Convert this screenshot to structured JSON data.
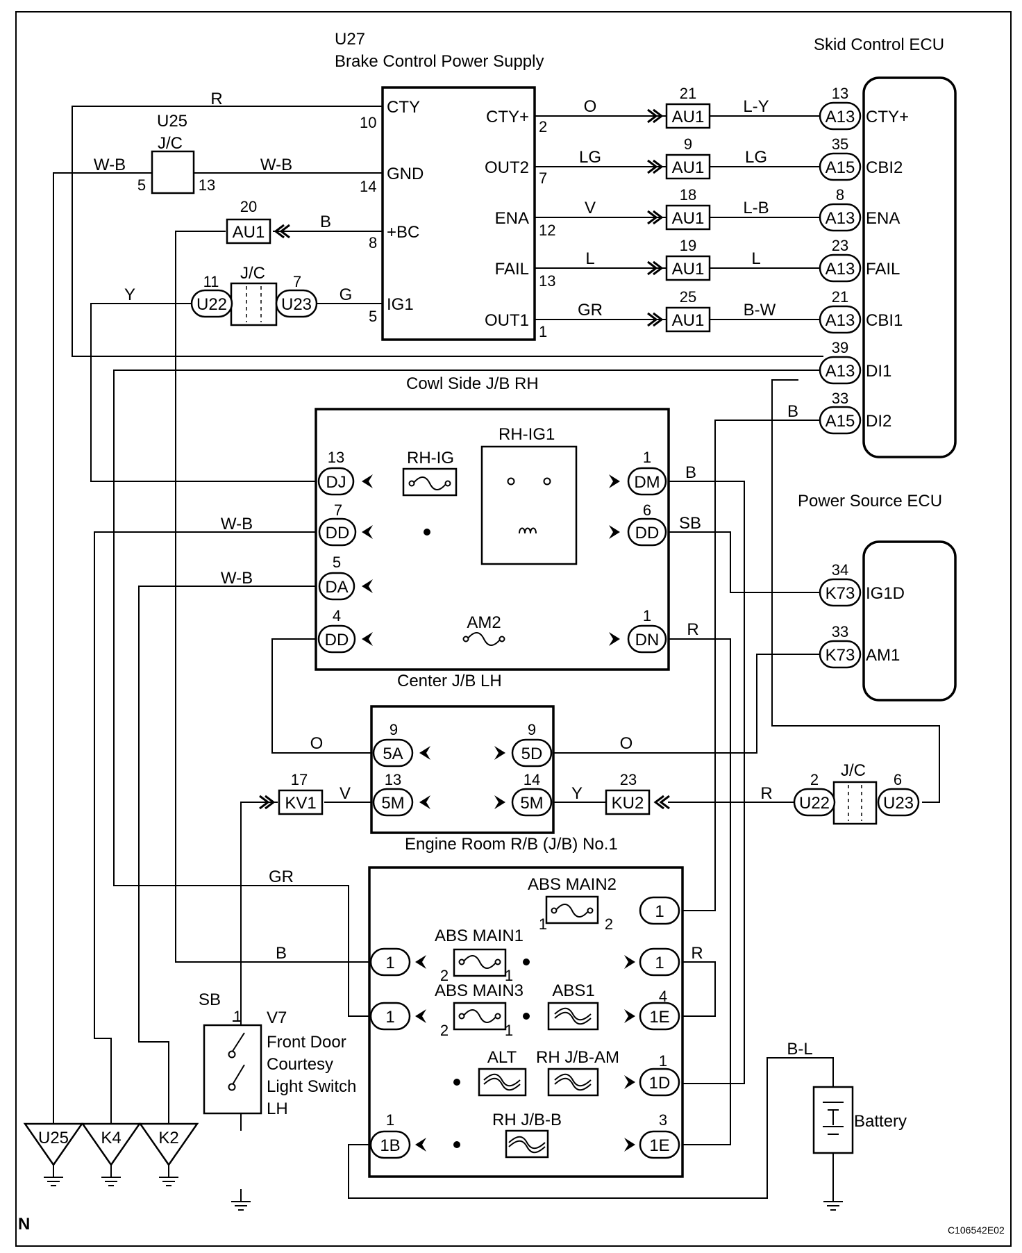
{
  "components": {
    "u27_id": "U27",
    "u27_name": "Brake Control Power Supply",
    "skid_ecu": "Skid Control ECU",
    "power_ecu": "Power Source ECU",
    "cowl_jb": "Cowl Side J/B RH",
    "center_jb": "Center J/B LH",
    "engine_rb": "Engine Room R/B (J/B) No.1",
    "u25_id": "U25",
    "jc": "J/C",
    "relay": "RH-IG1",
    "v7_id": "V7",
    "v7_name": [
      "Front Door",
      "Courtesy",
      "Light Switch",
      "LH"
    ],
    "battery": "Battery",
    "n_mark": "N",
    "figure_code": "C106542E02"
  },
  "u27_left_pins": [
    {
      "label": "CTY",
      "num": "10"
    },
    {
      "label": "GND",
      "num": "14"
    },
    {
      "label": "+BC",
      "num": "8"
    },
    {
      "label": "IG1",
      "num": "5"
    }
  ],
  "u27_right_pins": [
    {
      "label": "CTY+",
      "num": "2"
    },
    {
      "label": "OUT2",
      "num": "7"
    },
    {
      "label": "ENA",
      "num": "12"
    },
    {
      "label": "FAIL",
      "num": "13"
    },
    {
      "label": "OUT1",
      "num": "1"
    }
  ],
  "right_wires": [
    {
      "c1": "O",
      "au": "AU1",
      "aunum": "21",
      "c2": "L-Y",
      "conn": "A13",
      "cnum": "13",
      "pin": "CTY+"
    },
    {
      "c1": "LG",
      "au": "AU1",
      "aunum": "9",
      "c2": "LG",
      "conn": "A15",
      "cnum": "35",
      "pin": "CBI2"
    },
    {
      "c1": "V",
      "au": "AU1",
      "aunum": "18",
      "c2": "L-B",
      "conn": "A13",
      "cnum": "8",
      "pin": "ENA"
    },
    {
      "c1": "L",
      "au": "AU1",
      "aunum": "19",
      "c2": "L",
      "conn": "A13",
      "cnum": "23",
      "pin": "FAIL"
    },
    {
      "c1": "GR",
      "au": "AU1",
      "aunum": "25",
      "c2": "B-W",
      "conn": "A13",
      "cnum": "21",
      "pin": "CBI1"
    }
  ],
  "ecu_extra": [
    {
      "conn": "A13",
      "cnum": "39",
      "pin": "DI1"
    },
    {
      "conn": "A15",
      "cnum": "33",
      "pin": "DI2",
      "color": "B"
    }
  ],
  "left_wiring": {
    "r": "R",
    "wb1": "W-B",
    "wb2": "W-B",
    "jc_p5": "5",
    "jc_p13": "13",
    "au_bc": "AU1",
    "au_bc_num": "20",
    "bc_color": "B",
    "y": "Y",
    "u22": "U22",
    "u22n": "11",
    "u23": "U23",
    "u23n": "7",
    "g": "G"
  },
  "cowl": {
    "dj": "DJ",
    "djn": "13",
    "rhig": "RH-IG",
    "dd7": "DD",
    "dd7n": "7",
    "da": "DA",
    "dan": "5",
    "dd4": "DD",
    "dd4n": "4",
    "am2": "AM2",
    "dm": "DM",
    "dmn": "1",
    "dm_color": "B",
    "dd6": "DD",
    "dd6n": "6",
    "dd6_color": "SB",
    "dn": "DN",
    "dnn": "1",
    "dn_color": "R",
    "wb_dd": "W-B",
    "wb_da": "W-B"
  },
  "power": {
    "k73a": "K73",
    "k73an": "34",
    "ig1d": "IG1D",
    "k73b": "K73",
    "k73bn": "33",
    "am1": "AM1"
  },
  "engine": {
    "p5a": "5A",
    "p5an": "9",
    "p5d": "5D",
    "p5dn": "9",
    "p5m1": "5M",
    "p5m1n": "13",
    "p5m2": "5M",
    "p5m2n": "14",
    "o_left": "O",
    "o_right": "O",
    "kv1": "KV1",
    "kv1n": "17",
    "v": "V",
    "ku2": "KU2",
    "ku2n": "23",
    "y": "Y",
    "r": "R",
    "u22": "U22",
    "u22n": "2",
    "u23": "U23",
    "u23n": "6"
  },
  "fuse_box": {
    "gr": "GR",
    "b": "B",
    "sb": "SB",
    "r": "R",
    "abs_main2": "ABS MAIN2",
    "abs_main1": "ABS MAIN1",
    "abs_main3": "ABS MAIN3",
    "abs1": "ABS1",
    "alt": "ALT",
    "rhjbam": "RH J/B-AM",
    "rhjbb": "RH J/B-B",
    "m2p1": "1",
    "m2p2": "2",
    "m1p2": "2",
    "m1p1": "1",
    "m3p2": "2",
    "m3p1": "1",
    "c1a": "1",
    "c1b": "1",
    "c1c": "1",
    "c1e": "1E",
    "c1en": "4",
    "c1d": "1D",
    "c1dn": "1",
    "c1b2": "1B",
    "c1b2n": "1",
    "c1e3": "1E",
    "c1e3n": "3",
    "v7pin": "1",
    "bl": "B-L"
  },
  "grounds": [
    "U25",
    "K4",
    "K2"
  ]
}
